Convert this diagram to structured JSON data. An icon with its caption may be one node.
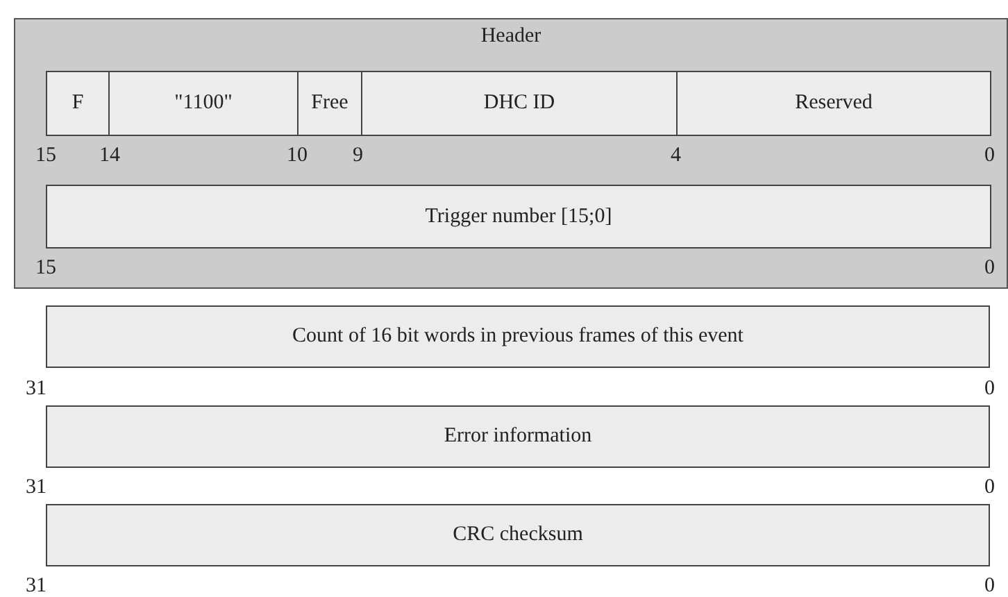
{
  "diagram": {
    "nodes": [
      {
        "text": [
          "Header"
        ]
      },
      {
        "text": [
          "F"
        ],
        "in": 0
      },
      {
        "text": [
          "\"1100\""
        ],
        "in": 0
      },
      {
        "text": [
          "Free"
        ],
        "in": 0
      },
      {
        "text": [
          "DHC ID"
        ],
        "in": 0
      },
      {
        "text": [
          "Reserved"
        ],
        "in": 0
      },
      {
        "text": [
          "Trigger number [15;0]"
        ],
        "in": 0
      },
      {
        "text": [
          "Count of 16 bit words in previous frames of this event"
        ]
      },
      {
        "text": [
          "Error information"
        ]
      },
      {
        "text": [
          "CRC checksum"
        ]
      }
    ],
    "labels": [
      "15",
      "14",
      "10",
      "9",
      "4",
      "0",
      "15",
      "0",
      "31",
      "0",
      "31",
      "0",
      "31",
      "0"
    ]
  }
}
